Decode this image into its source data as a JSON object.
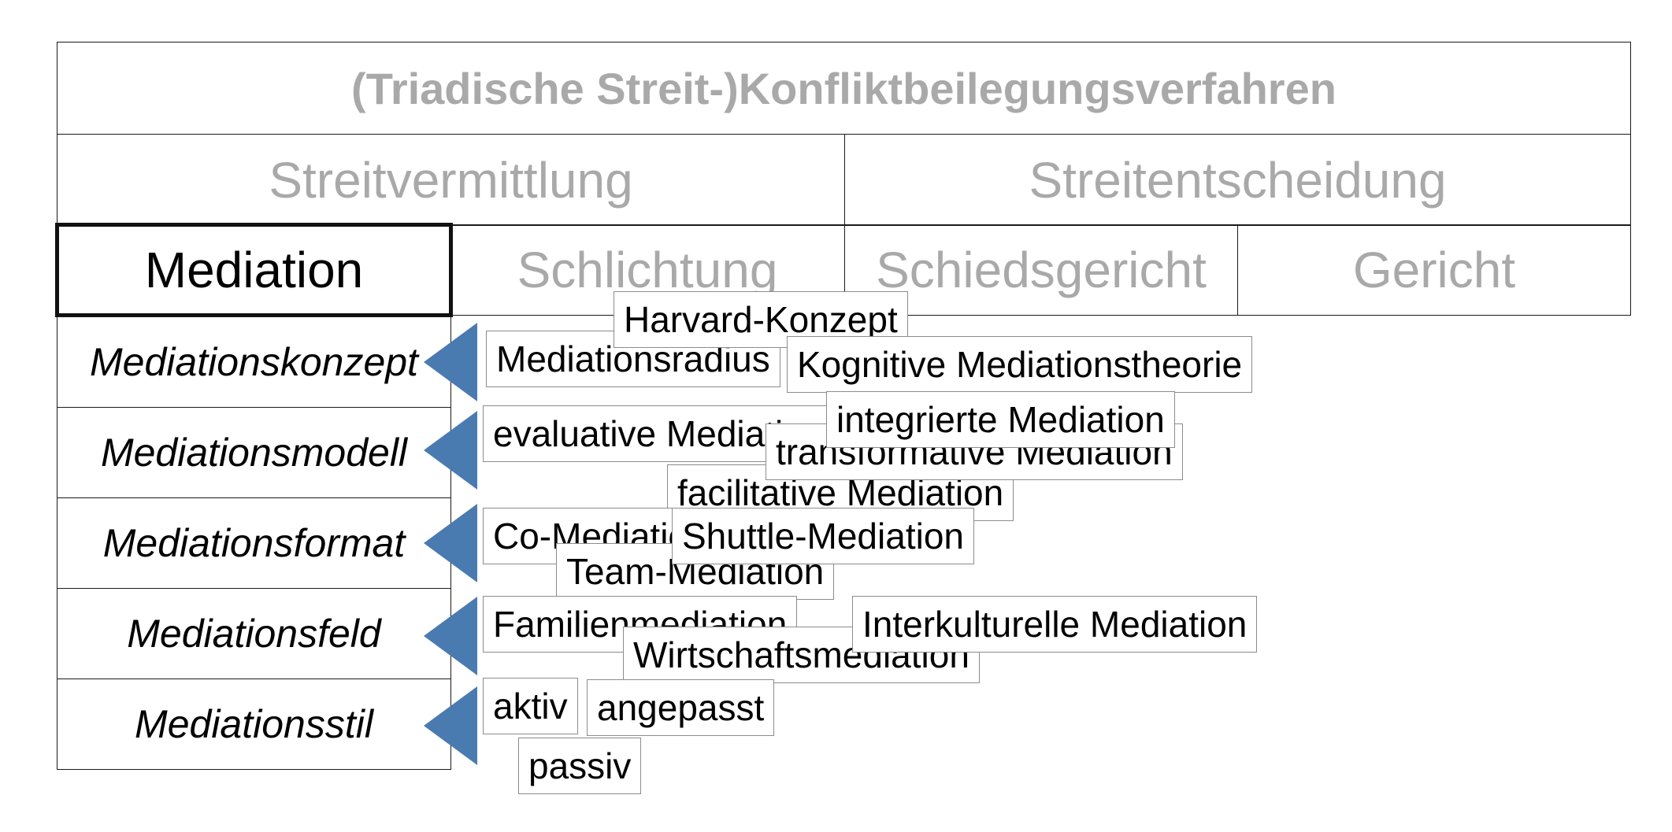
{
  "header": {
    "title": "(Triadische Streit-)Konfliktbeilegungsverfahren",
    "left": "Streitvermittlung",
    "right": "Streitentscheidung"
  },
  "methods": {
    "mediation": "Mediation",
    "schlichtung": "Schlichtung",
    "schiedsgericht": "Schiedsgericht",
    "gericht": "Gericht"
  },
  "categories": {
    "konzept": "Mediationskonzept",
    "modell": "Mediationsmodell",
    "format": "Mediationsformat",
    "feld": "Mediationsfeld",
    "stil": "Mediationsstil"
  },
  "tags": {
    "harvard": "Harvard-Konzept",
    "radius": "Mediationsradius",
    "kognitive": "Kognitive Mediationstheorie",
    "evaluative": "evaluative Mediation",
    "integrierte": "integrierte Mediation",
    "transformative": "transformative Mediation",
    "facilitative": "facilitative Mediation",
    "co": "Co-Mediation",
    "shuttle": "Shuttle-Mediation",
    "team": "Team-Mediation",
    "familien": "Familienmediation",
    "wirtschaft": "Wirtschaftsmediation",
    "interkulturell": "Interkulturelle Mediation",
    "aktiv": "aktiv",
    "angepasst": "angepasst",
    "passiv": "passiv"
  },
  "colors": {
    "arrow": "#4a7bb0",
    "header_text": "#a9a9a9"
  }
}
